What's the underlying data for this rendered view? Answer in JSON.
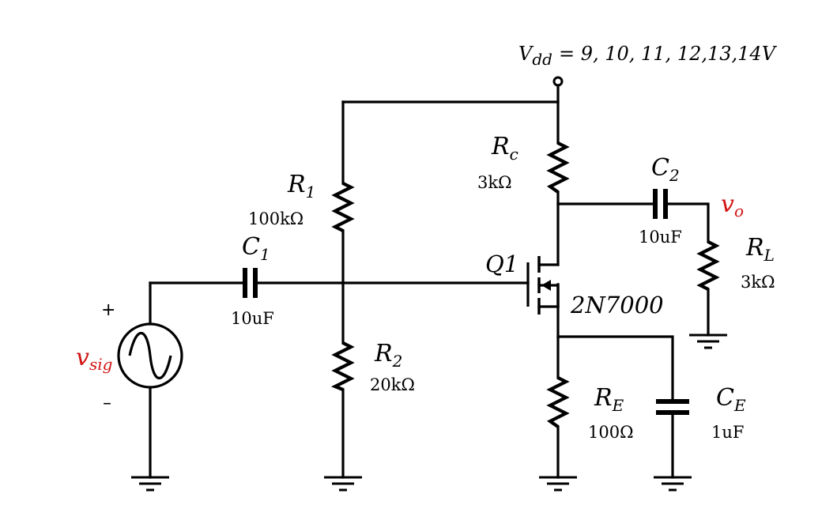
{
  "supply": {
    "symbol": "V",
    "sub": "dd",
    "values": "= 9, 10, 11, 12,13,14V"
  },
  "rc": {
    "symbol": "R",
    "sub": "c",
    "value": "3kΩ"
  },
  "r1": {
    "symbol": "R",
    "sub": "1",
    "value": "100kΩ"
  },
  "r2": {
    "symbol": "R",
    "sub": "2",
    "value": "20kΩ"
  },
  "re": {
    "symbol": "R",
    "sub": "E",
    "value": "100Ω"
  },
  "rl": {
    "symbol": "R",
    "sub": "L",
    "value": "3kΩ"
  },
  "c1": {
    "symbol": "C",
    "sub": "1",
    "value": "10uF"
  },
  "c2": {
    "symbol": "C",
    "sub": "2",
    "value": "10uF"
  },
  "ce": {
    "symbol": "C",
    "sub": "E",
    "value": "1uF"
  },
  "q1": {
    "name": "Q1",
    "part": "2N7000"
  },
  "source": {
    "symbol": "v",
    "sub": "sig",
    "plus": "+",
    "minus": "–"
  },
  "output": {
    "symbol": "v",
    "sub": "o"
  },
  "colors": {
    "wire": "#000000",
    "signal_label": "#d21414"
  }
}
